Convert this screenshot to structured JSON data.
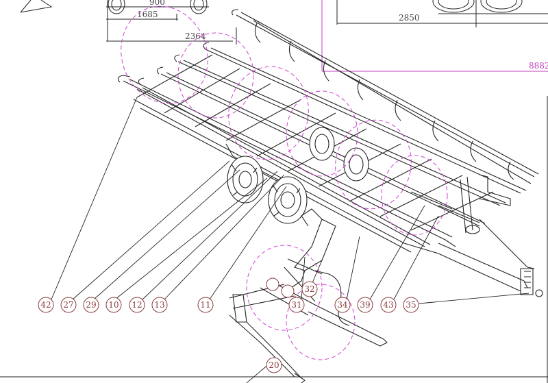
{
  "dimensions": {
    "d900": "900",
    "d1685": "1685",
    "d2364": "2364",
    "d2850": "2850",
    "d8882": "8882"
  },
  "callouts": [
    {
      "id": "c42",
      "label": "42"
    },
    {
      "id": "c27",
      "label": "27"
    },
    {
      "id": "c29",
      "label": "29"
    },
    {
      "id": "c10",
      "label": "10"
    },
    {
      "id": "c12",
      "label": "12"
    },
    {
      "id": "c13",
      "label": "13"
    },
    {
      "id": "c11",
      "label": "11"
    },
    {
      "id": "c34",
      "label": "34"
    },
    {
      "id": "c39",
      "label": "39"
    },
    {
      "id": "c43",
      "label": "43"
    },
    {
      "id": "c35",
      "label": "35"
    },
    {
      "id": "c31",
      "label": "31"
    },
    {
      "id": "c32",
      "label": "32"
    },
    {
      "id": "c20",
      "label": "20"
    }
  ],
  "colors": {
    "line": "#222222",
    "magenta": "#c040c0",
    "callout": "#8a3c3c"
  }
}
